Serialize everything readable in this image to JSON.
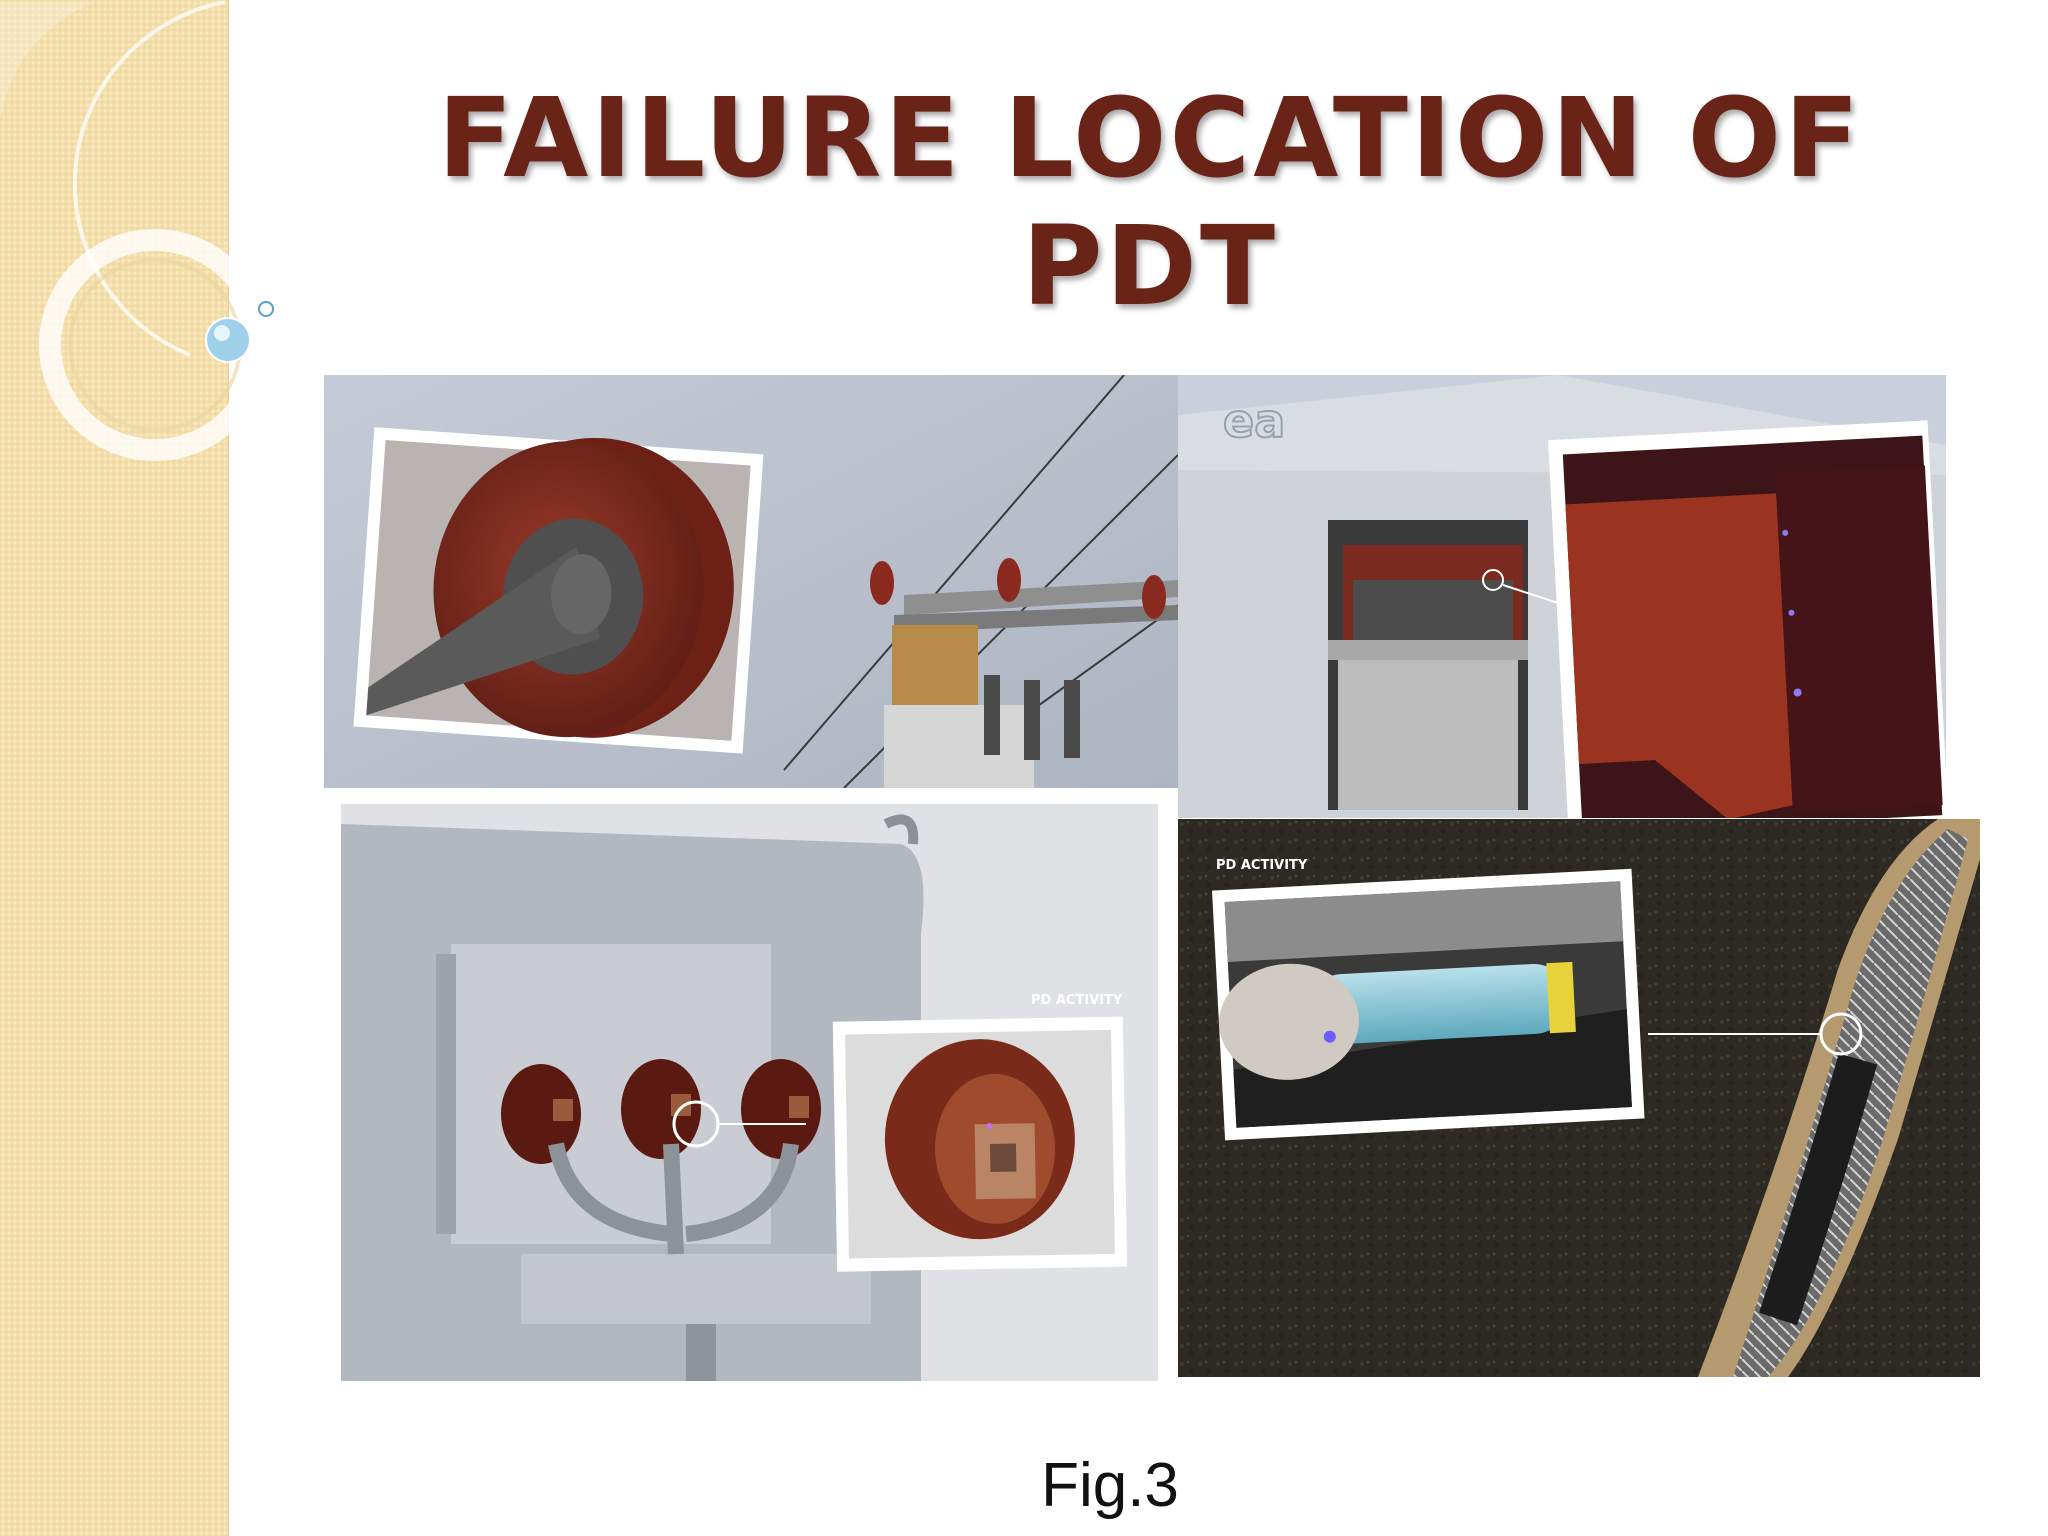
{
  "slide": {
    "title": "FAILURE LOCATION OF PDT",
    "caption": "Fig.3",
    "colors": {
      "title": "#6a2417",
      "sidebar": "#f4dfab",
      "background": "#ffffff"
    }
  },
  "panels": [
    {
      "subject": "overhead-line-insulator-closeup"
    },
    {
      "subject": "switchgear-cabinet-closeup",
      "logo_text": "ea"
    },
    {
      "subject": "transformer-bushings-closeup",
      "label": "PD ACTIVITY"
    },
    {
      "subject": "underground-cable-joint-closeup",
      "label": "PD ACTIVITY"
    }
  ]
}
